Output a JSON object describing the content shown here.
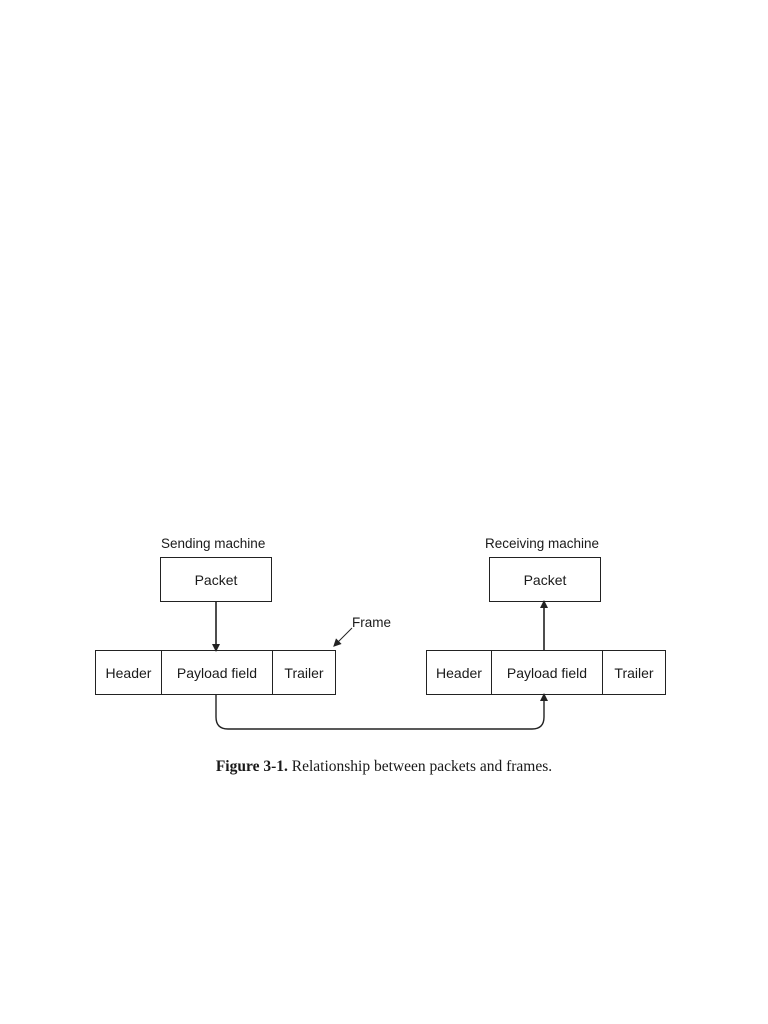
{
  "sending": {
    "title": "Sending machine",
    "packet_label": "Packet",
    "frame": {
      "header": "Header",
      "payload": "Payload field",
      "trailer": "Trailer"
    }
  },
  "receiving": {
    "title": "Receiving machine",
    "packet_label": "Packet",
    "frame": {
      "header": "Header",
      "payload": "Payload field",
      "trailer": "Trailer"
    }
  },
  "frame_callout": "Frame",
  "caption": {
    "number": "Figure 3-1.",
    "text": "Relationship between packets and frames."
  }
}
